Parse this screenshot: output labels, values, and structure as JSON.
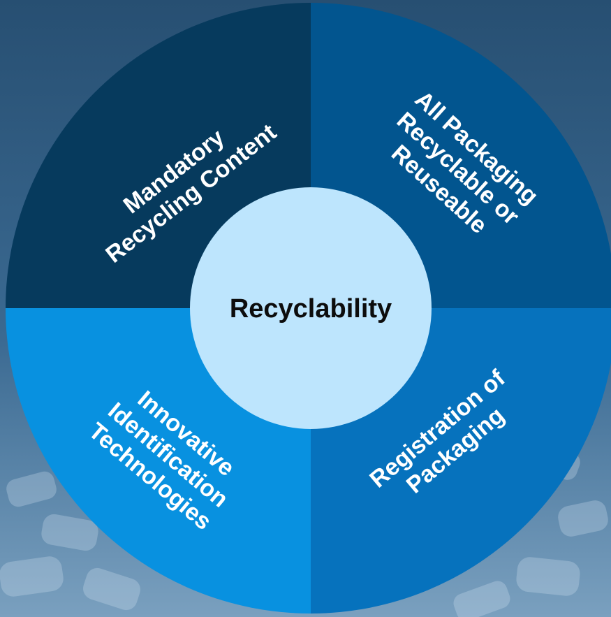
{
  "center": {
    "label": "Recyclability"
  },
  "quadrants": [
    {
      "lines": [
        "Mandatory",
        "Recycling Content"
      ]
    },
    {
      "lines": [
        "All Packaging",
        "Recyclable or",
        "Reuseable"
      ]
    },
    {
      "lines": [
        "Innovative",
        "Identification",
        "Technologies"
      ]
    },
    {
      "lines": [
        "Registration of",
        "Packaging"
      ]
    }
  ],
  "colors": {
    "top_left": "#063a5d",
    "top_right": "#02558f",
    "bottom_left": "#0891e0",
    "bottom_right": "#0672bd",
    "center": "#bde5fd",
    "background": "#2f5b80"
  }
}
